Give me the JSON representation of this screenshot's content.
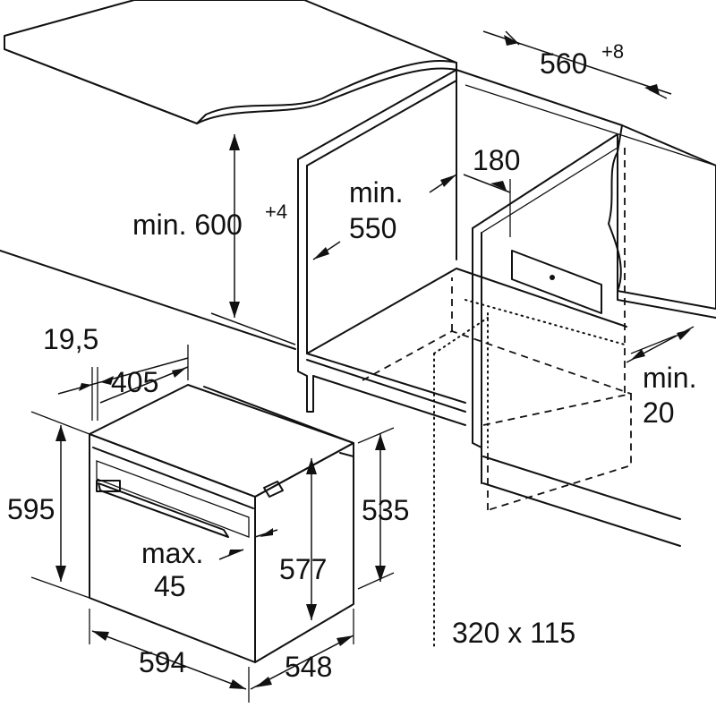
{
  "dimensions": {
    "niche_width": "560",
    "niche_width_tolerance": "+8",
    "cabinet_height_prefix": "min. 600",
    "cabinet_height_tolerance": "+4",
    "niche_depth_line1": "min.",
    "niche_depth_line2": "550",
    "rear_gap": "180",
    "ventilation_gap_line1": "min.",
    "ventilation_gap_line2": "20",
    "vent_opening": "320 x 115",
    "front_offset": "19,5",
    "oven_body_depth_top": "405",
    "oven_height": "595",
    "oven_inner_height": "535",
    "handle_depth_line1": "max.",
    "handle_depth_line2": "45",
    "oven_body_height": "577",
    "oven_width": "594",
    "oven_depth": "548"
  },
  "colors": {
    "line": "#111111",
    "countertop_fill": "#ececec",
    "background": "#ffffff"
  }
}
